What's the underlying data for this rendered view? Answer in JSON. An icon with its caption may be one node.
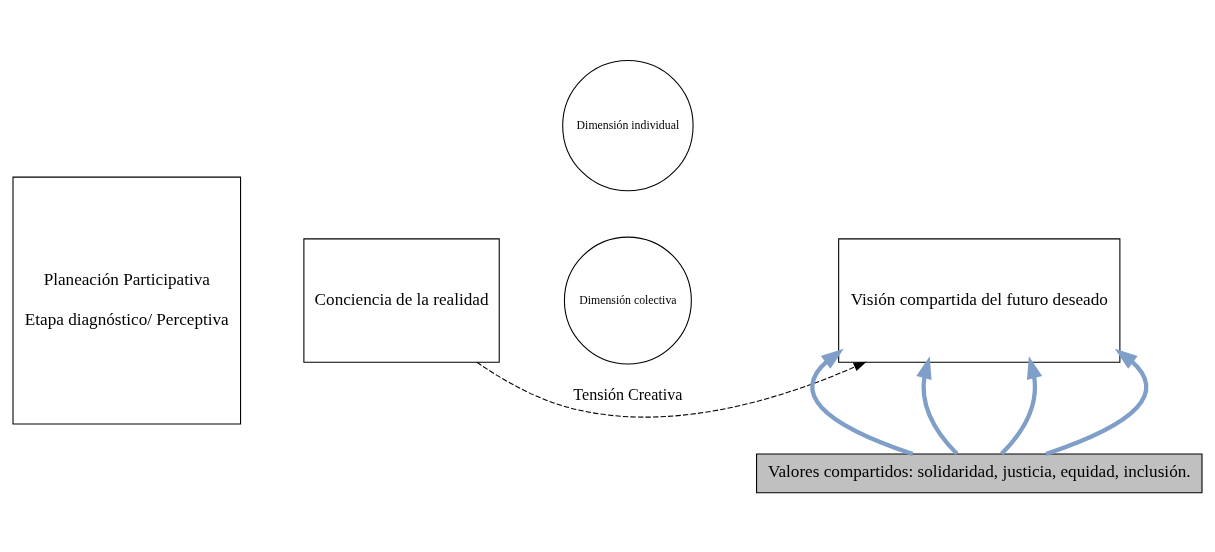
{
  "diagram": {
    "nodes": [
      {
        "text": [
          "Planeación Participativa",
          "Etapa diagnóstico/ Perceptiva"
        ]
      },
      {
        "text": [
          "Conciencia de la realidad"
        ]
      },
      {
        "text": [
          "Dimensión individual"
        ]
      },
      {
        "text": [
          "Dimensión colectiva"
        ]
      },
      {
        "text": [
          "Visión compartida del futuro deseado"
        ]
      },
      {
        "text": [
          "Valores compartidos: solidaridad, justicia, equidad, inclusión."
        ]
      }
    ],
    "edges": [
      {
        "from": 1,
        "to": 4,
        "arrow": "to",
        "style": "dashed",
        "color": "#000000",
        "label": "Tensión Creativa"
      },
      {
        "from": 5,
        "to": 4,
        "arrow": "to"
      },
      {
        "from": 5,
        "to": 4,
        "arrow": "to"
      },
      {
        "from": 5,
        "to": 4,
        "arrow": "to"
      },
      {
        "from": 5,
        "to": 4,
        "arrow": "to"
      }
    ]
  }
}
